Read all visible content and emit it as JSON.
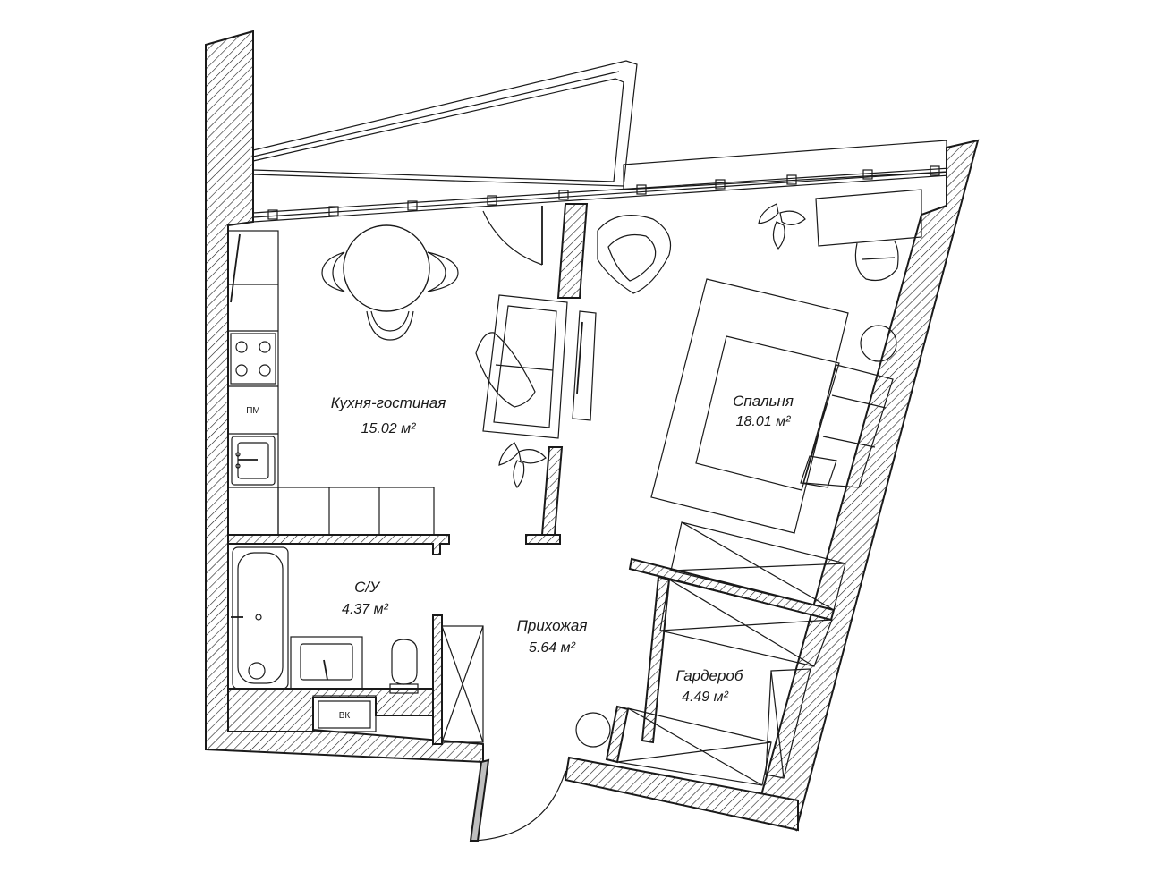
{
  "rooms": [
    {
      "id": "kitchen-living",
      "name": "Кухня-гостиная",
      "area": "15.02 м²"
    },
    {
      "id": "bedroom",
      "name": "Спальня",
      "area": "18.01 м²"
    },
    {
      "id": "bathroom",
      "name": "С/У",
      "area": "4.37 м²"
    },
    {
      "id": "hallway",
      "name": "Прихожая",
      "area": "5.64 м²"
    },
    {
      "id": "wardrobe",
      "name": "Гардероб",
      "area": "4.49 м²"
    }
  ],
  "fixtures": {
    "fridge_label": "ПМ",
    "water_heater_label": "ВК"
  },
  "colors": {
    "line": "#1a1a1a",
    "hatch": "#1a1a1a",
    "background": "#ffffff"
  }
}
